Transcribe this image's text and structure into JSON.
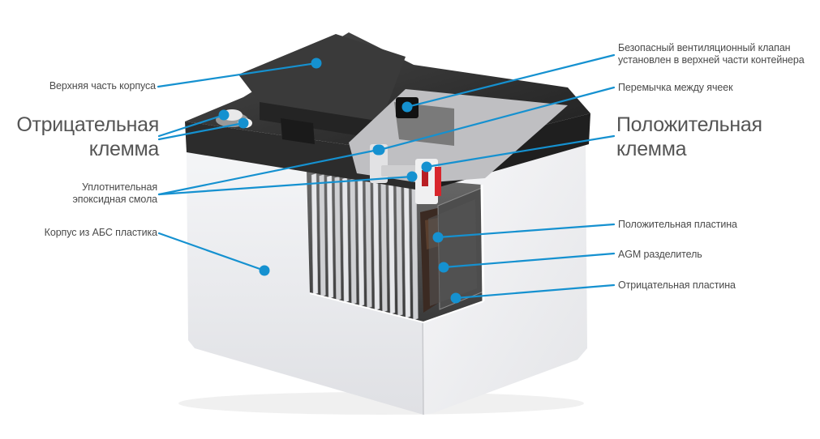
{
  "colors": {
    "callout": "#1591d0",
    "lid": "#2a2a2a",
    "case_front": "#ecedf0",
    "case_side": "#f5f5f7",
    "plate": "#d0d0d3",
    "text": "#4a4a4a"
  },
  "labels": {
    "top_case": "Верхняя часть корпуса",
    "negative_terminal": [
      "Отрицательная",
      "клемма"
    ],
    "sealing_epoxy": [
      "Уплотнительная",
      "эпоксидная смола"
    ],
    "abs_case": "Корпус из АБС пластика",
    "safety_valve": [
      "Безопасный вентиляционный клапан",
      "установлен в верхней части контейнера"
    ],
    "cell_connector": "Перемычка между ячеек",
    "positive_terminal": [
      "Положительная",
      "клемма"
    ],
    "positive_plate": "Положительная пластина",
    "agm_separator": "AGM разделитель",
    "negative_plate": "Отрицательная пластина"
  }
}
